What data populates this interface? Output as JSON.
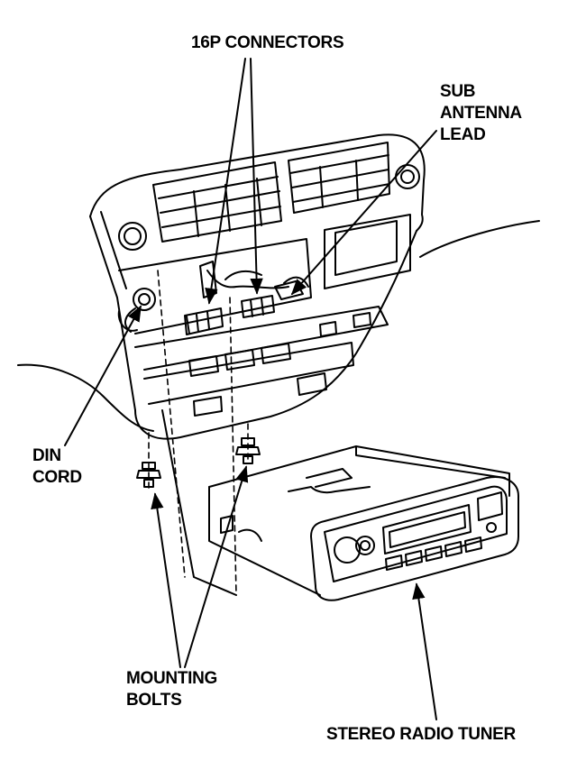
{
  "labels": {
    "connectors": "16P CONNECTORS",
    "sub_antenna": [
      "SUB",
      "ANTENNA",
      "LEAD"
    ],
    "din_cord": [
      "DIN",
      "CORD"
    ],
    "mounting_bolts": [
      "MOUNTING",
      "BOLTS"
    ],
    "radio_tuner": "STEREO RADIO TUNER"
  },
  "colors": {
    "ink": "#000000",
    "paper": "#ffffff"
  }
}
